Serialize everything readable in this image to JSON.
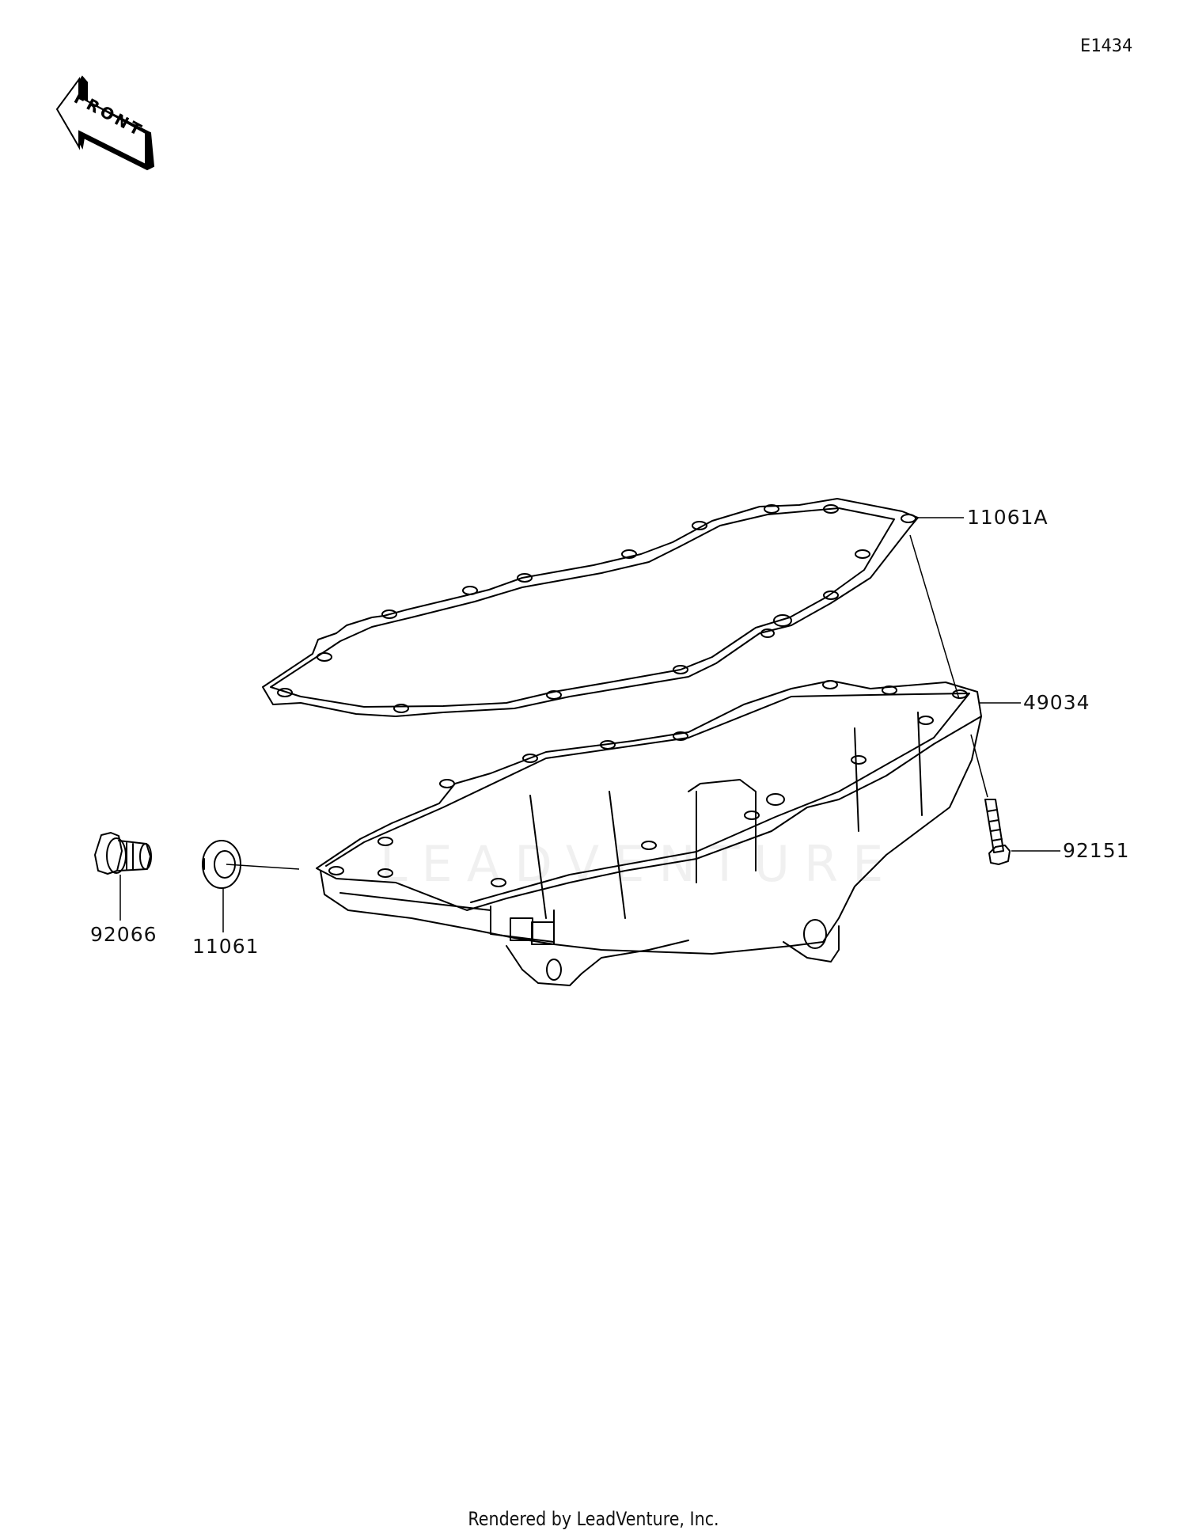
{
  "diagram": {
    "code": "E1434",
    "front_marker": "FRONT",
    "watermark": "LEADVENTURE",
    "footer": "Rendered by LeadVenture, Inc."
  },
  "parts": [
    {
      "id": "11061A",
      "label": "11061A",
      "name": "gasket"
    },
    {
      "id": "49034",
      "label": "49034",
      "name": "oil-pan"
    },
    {
      "id": "92151",
      "label": "92151",
      "name": "bolt"
    },
    {
      "id": "92066",
      "label": "92066",
      "name": "drain-plug"
    },
    {
      "id": "11061",
      "label": "11061",
      "name": "washer"
    }
  ],
  "colors": {
    "line": "#000000",
    "background": "#ffffff"
  }
}
